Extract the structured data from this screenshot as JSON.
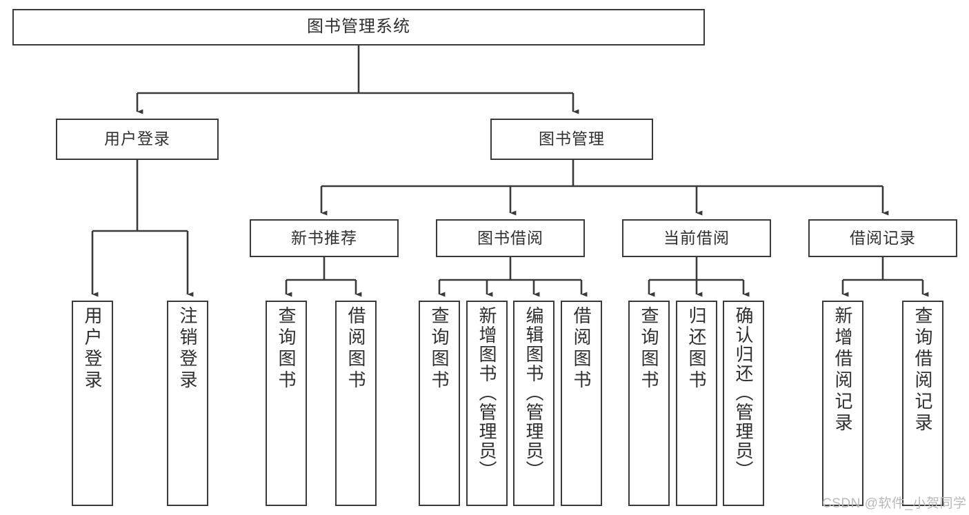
{
  "diagram": {
    "title": "图书管理系统",
    "type": "tree-hierarchy-chart",
    "stroke_color": "#3a3a3a",
    "background_color": "#ffffff",
    "watermark": "CSDN @软件_小贺同学"
  },
  "nodes": {
    "root": {
      "label": "图书管理系统"
    },
    "level2": [
      {
        "id": "user-login",
        "label": "用户登录"
      },
      {
        "id": "book-manage",
        "label": "图书管理"
      }
    ],
    "level3": [
      {
        "id": "new-book-recommend",
        "label": "新书推荐"
      },
      {
        "id": "book-borrow",
        "label": "图书借阅"
      },
      {
        "id": "current-borrow",
        "label": "当前借阅"
      },
      {
        "id": "borrow-record",
        "label": "借阅记录"
      }
    ],
    "leaves": {
      "user_login": [
        {
          "id": "leaf-user-login",
          "label": "用户登录"
        },
        {
          "id": "leaf-logout-login",
          "label": "注销登录"
        }
      ],
      "new_book_recommend": [
        {
          "id": "leaf-query-book-1",
          "label": "查询图书"
        },
        {
          "id": "leaf-borrow-book-1",
          "label": "借阅图书"
        }
      ],
      "book_borrow": [
        {
          "id": "leaf-query-book-2",
          "label": "查询图书"
        },
        {
          "id": "leaf-add-book",
          "label": "新增图书（管理员）"
        },
        {
          "id": "leaf-edit-book",
          "label": "编辑图书（管理员）"
        },
        {
          "id": "leaf-borrow-book-2",
          "label": "借阅图书"
        }
      ],
      "current_borrow": [
        {
          "id": "leaf-query-book-3",
          "label": "查询图书"
        },
        {
          "id": "leaf-return-book",
          "label": "归还图书"
        },
        {
          "id": "leaf-confirm-return",
          "label": "确认归还（管理员）"
        }
      ],
      "borrow_record": [
        {
          "id": "leaf-add-record",
          "label": "新增借阅记录"
        },
        {
          "id": "leaf-query-record",
          "label": "查询借阅记录"
        }
      ]
    }
  }
}
